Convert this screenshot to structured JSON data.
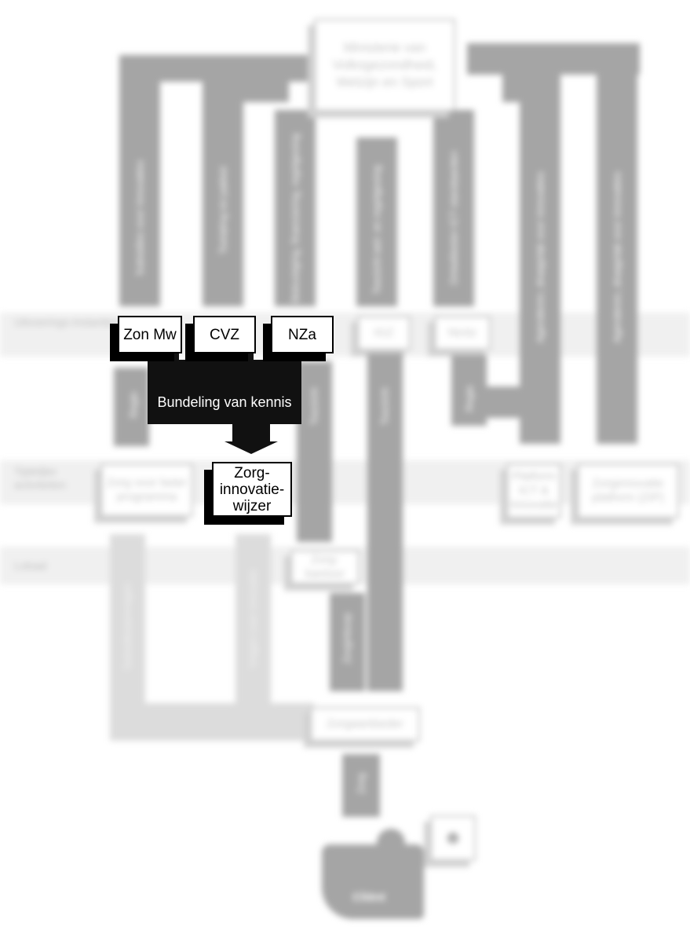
{
  "top": {
    "ministry": "Ministerie van Volksgezondheid, Welzijn en Sport"
  },
  "row_labels": {
    "uitvoerings_instanties": "Uitvoerings-instanties",
    "tijdelijke_activiteiten": "Tijdelijke activiteiten",
    "lokaal": "Lokaal"
  },
  "flows": {
    "subsidies": "Subsidies voor innovaties",
    "toelating": "Toelating tot pakket",
    "bekostiging": "Bekostiging, financiering, regelgeving",
    "toezicht_wet": "Toezicht wet- en regelgeving",
    "ict": "Ontwikkelen ICT standaarden",
    "agenderen_1": "Agenderen, draagvlak voor innovaties",
    "agenderen_2": "Agenderen, draagvlak voor innovaties",
    "regie_1": "Regie",
    "regie_2": "Regie",
    "toezicht_1": "Toezicht",
    "toezicht_2": "Toezicht",
    "subsidieaanvragen": "Subsidieaanvragen",
    "vragen": "Vragen over innovatie",
    "zorginkoop": "Zorginkoop",
    "zorg": "Zorg"
  },
  "boxes": {
    "zonmw": "Zon Mw",
    "cvz": "CVZ",
    "nza": "NZa",
    "igz": "IGZ",
    "nictiz": "Nictiz",
    "zorg_voor_beter": "Zorg voor beter programma",
    "zorginnovatiewijzer": "Zorg-innovatie-wijzer",
    "platform_ict": "Platform ICT & Innovatie",
    "zip": "Zorginnovatie platform (ZIP)",
    "zorgkantoor": "Zorg-kantoor",
    "zorgaanbieder": "Zorgaanbieder",
    "client": "Cliënt"
  },
  "highlight": {
    "bundeling": "Bundeling van kennis"
  },
  "colors": {
    "highlight": "#111111",
    "flow": "#a5a5a5",
    "flow_light": "#dcdcdc",
    "band": "#f0f0f0"
  }
}
